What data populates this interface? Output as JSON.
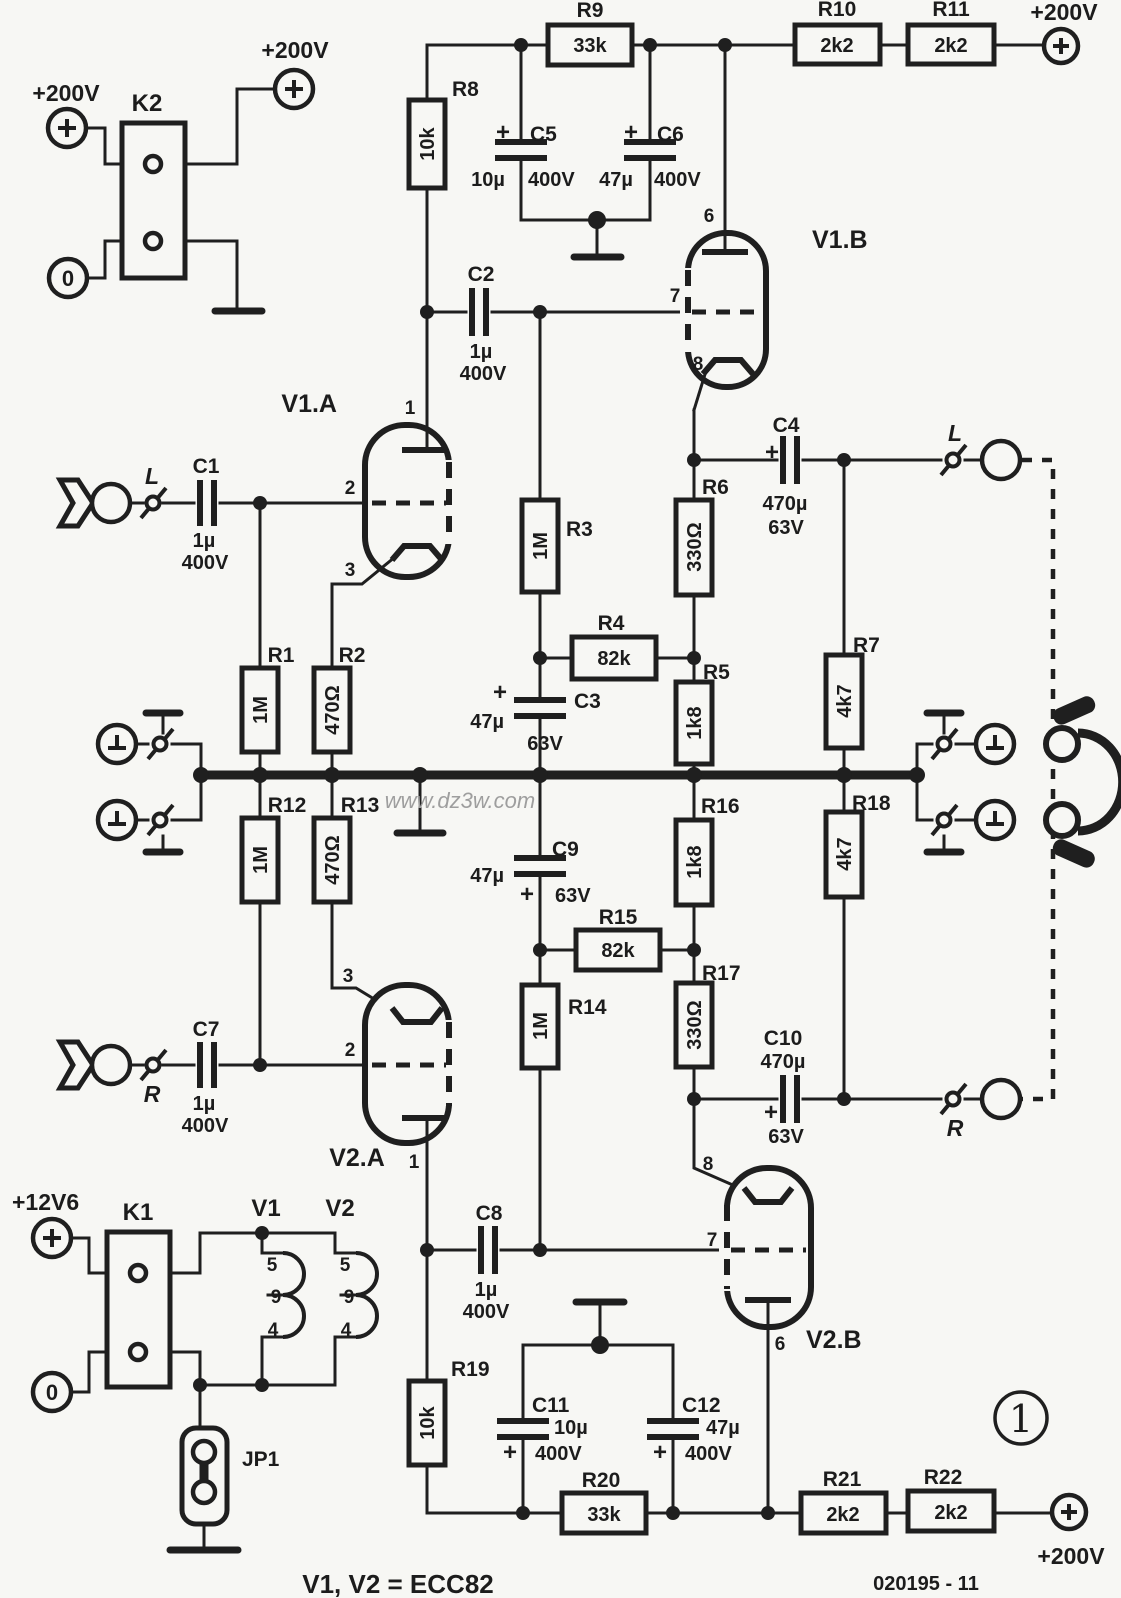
{
  "annotations": {
    "tube_note": "V1, V2 = ECC82",
    "doc_number": "020195 - 11",
    "figure_number": "1",
    "watermark": "www.dz3w.com"
  },
  "power": {
    "b_plus_top_left": "+200V",
    "b_plus_top_mid": "+200V",
    "b_plus_top_right": "+200V",
    "b_plus_bottom_right": "+200V",
    "zero_top": "0",
    "zero_bottom": "0",
    "heater_supply": "+12V6"
  },
  "connectors": {
    "k1": "K1",
    "k2": "K2",
    "jumper": "JP1"
  },
  "io": {
    "input_left": "L",
    "input_right": "R",
    "output_left": "L",
    "output_right": "R"
  },
  "tubes": {
    "v1a": {
      "label": "V1.A",
      "pin_anode": "1",
      "pin_grid": "2",
      "pin_cathode": "3"
    },
    "v1b": {
      "label": "V1.B",
      "pin_anode": "6",
      "pin_grid": "7",
      "pin_cathode": "8"
    },
    "v2a": {
      "label": "V2.A",
      "pin_anode": "1",
      "pin_grid": "2",
      "pin_cathode": "3"
    },
    "v2b": {
      "label": "V2.B",
      "pin_anode": "6",
      "pin_grid": "7",
      "pin_cathode": "8"
    }
  },
  "heaters": {
    "v1": {
      "label": "V1",
      "pin_top": "5",
      "pin_mid": "9",
      "pin_bot": "4"
    },
    "v2": {
      "label": "V2",
      "pin_top": "5",
      "pin_mid": "9",
      "pin_bot": "4"
    }
  },
  "resistors": {
    "r1": {
      "ref": "R1",
      "value": "1M"
    },
    "r2": {
      "ref": "R2",
      "value": "470Ω"
    },
    "r3": {
      "ref": "R3",
      "value": "1M"
    },
    "r4": {
      "ref": "R4",
      "value": "82k"
    },
    "r5": {
      "ref": "R5",
      "value": "1k8"
    },
    "r6": {
      "ref": "R6",
      "value": "330Ω"
    },
    "r7": {
      "ref": "R7",
      "value": "4k7"
    },
    "r8": {
      "ref": "R8",
      "value": "10k"
    },
    "r9": {
      "ref": "R9",
      "value": "33k"
    },
    "r10": {
      "ref": "R10",
      "value": "2k2"
    },
    "r11": {
      "ref": "R11",
      "value": "2k2"
    },
    "r12": {
      "ref": "R12",
      "value": "1M"
    },
    "r13": {
      "ref": "R13",
      "value": "470Ω"
    },
    "r14": {
      "ref": "R14",
      "value": "1M"
    },
    "r15": {
      "ref": "R15",
      "value": "82k"
    },
    "r16": {
      "ref": "R16",
      "value": "1k8"
    },
    "r17": {
      "ref": "R17",
      "value": "330Ω"
    },
    "r18": {
      "ref": "R18",
      "value": "4k7"
    },
    "r19": {
      "ref": "R19",
      "value": "10k"
    },
    "r20": {
      "ref": "R20",
      "value": "33k"
    },
    "r21": {
      "ref": "R21",
      "value": "2k2"
    },
    "r22": {
      "ref": "R22",
      "value": "2k2"
    }
  },
  "capacitors": {
    "c1": {
      "ref": "C1",
      "value": "1µ",
      "voltage": "400V"
    },
    "c2": {
      "ref": "C2",
      "value": "1µ",
      "voltage": "400V"
    },
    "c3": {
      "ref": "C3",
      "value": "47µ",
      "voltage": "63V",
      "plus": "+"
    },
    "c4": {
      "ref": "C4",
      "value": "470µ",
      "voltage": "63V",
      "plus": "+"
    },
    "c5": {
      "ref": "C5",
      "value": "10µ",
      "voltage": "400V",
      "plus": "+"
    },
    "c6": {
      "ref": "C6",
      "value": "47µ",
      "voltage": "400V",
      "plus": "+"
    },
    "c7": {
      "ref": "C7",
      "value": "1µ",
      "voltage": "400V"
    },
    "c8": {
      "ref": "C8",
      "value": "1µ",
      "voltage": "400V"
    },
    "c9": {
      "ref": "C9",
      "value": "47µ",
      "voltage": "63V",
      "plus": "+"
    },
    "c10": {
      "ref": "C10",
      "value": "470µ",
      "voltage": "63V",
      "plus": "+"
    },
    "c11": {
      "ref": "C11",
      "value": "10µ",
      "voltage": "400V",
      "plus": "+"
    },
    "c12": {
      "ref": "C12",
      "value": "47µ",
      "voltage": "400V",
      "plus": "+"
    }
  }
}
